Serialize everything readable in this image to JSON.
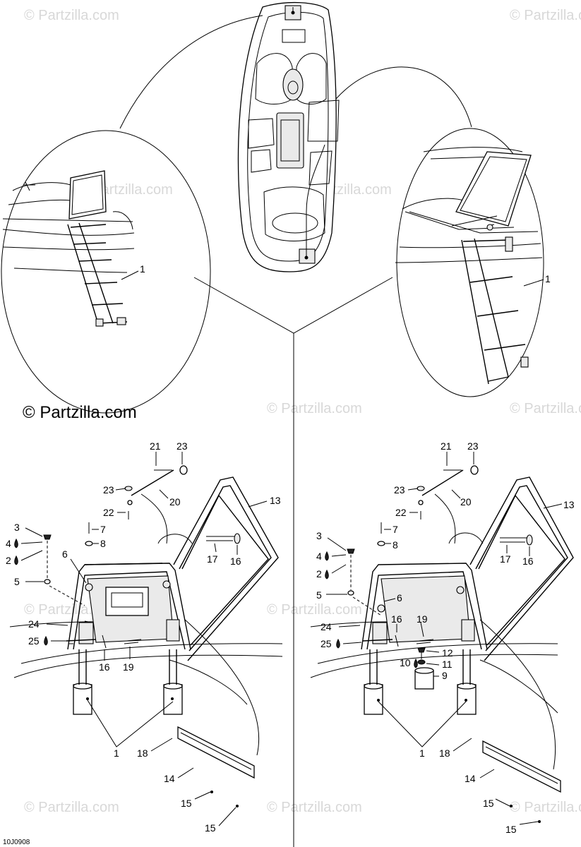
{
  "watermark": "© Partzilla.com",
  "brand": "© Partzilla.com",
  "figure_code": "10J0908",
  "callouts": {
    "topLeft": {
      "c1": "1"
    },
    "topRight": {
      "c1": "1"
    },
    "left": {
      "c21": "21",
      "c23a": "23",
      "c23b": "23",
      "c20": "20",
      "c22": "22",
      "c13": "13",
      "c3": "3",
      "c4": "4",
      "c2": "2",
      "c7": "7",
      "c8": "8",
      "c6": "6",
      "c17": "17",
      "c16a": "16",
      "c5": "5",
      "c24": "24",
      "c25": "25",
      "c16b": "16",
      "c19": "19",
      "c1": "1",
      "c18": "18",
      "c14": "14",
      "c15a": "15",
      "c15b": "15"
    },
    "right": {
      "c21": "21",
      "c23a": "23",
      "c23b": "23",
      "c20": "20",
      "c22": "22",
      "c13": "13",
      "c3": "3",
      "c7": "7",
      "c8": "8",
      "c4": "4",
      "c2": "2",
      "c17": "17",
      "c16a": "16",
      "c5": "5",
      "c6": "6",
      "c24": "24",
      "c16b": "16",
      "c19": "19",
      "c25": "25",
      "c12": "12",
      "c10": "10",
      "c11": "11",
      "c9": "9",
      "c1": "1",
      "c18": "18",
      "c14": "14",
      "c15a": "15",
      "c15b": "15"
    }
  }
}
